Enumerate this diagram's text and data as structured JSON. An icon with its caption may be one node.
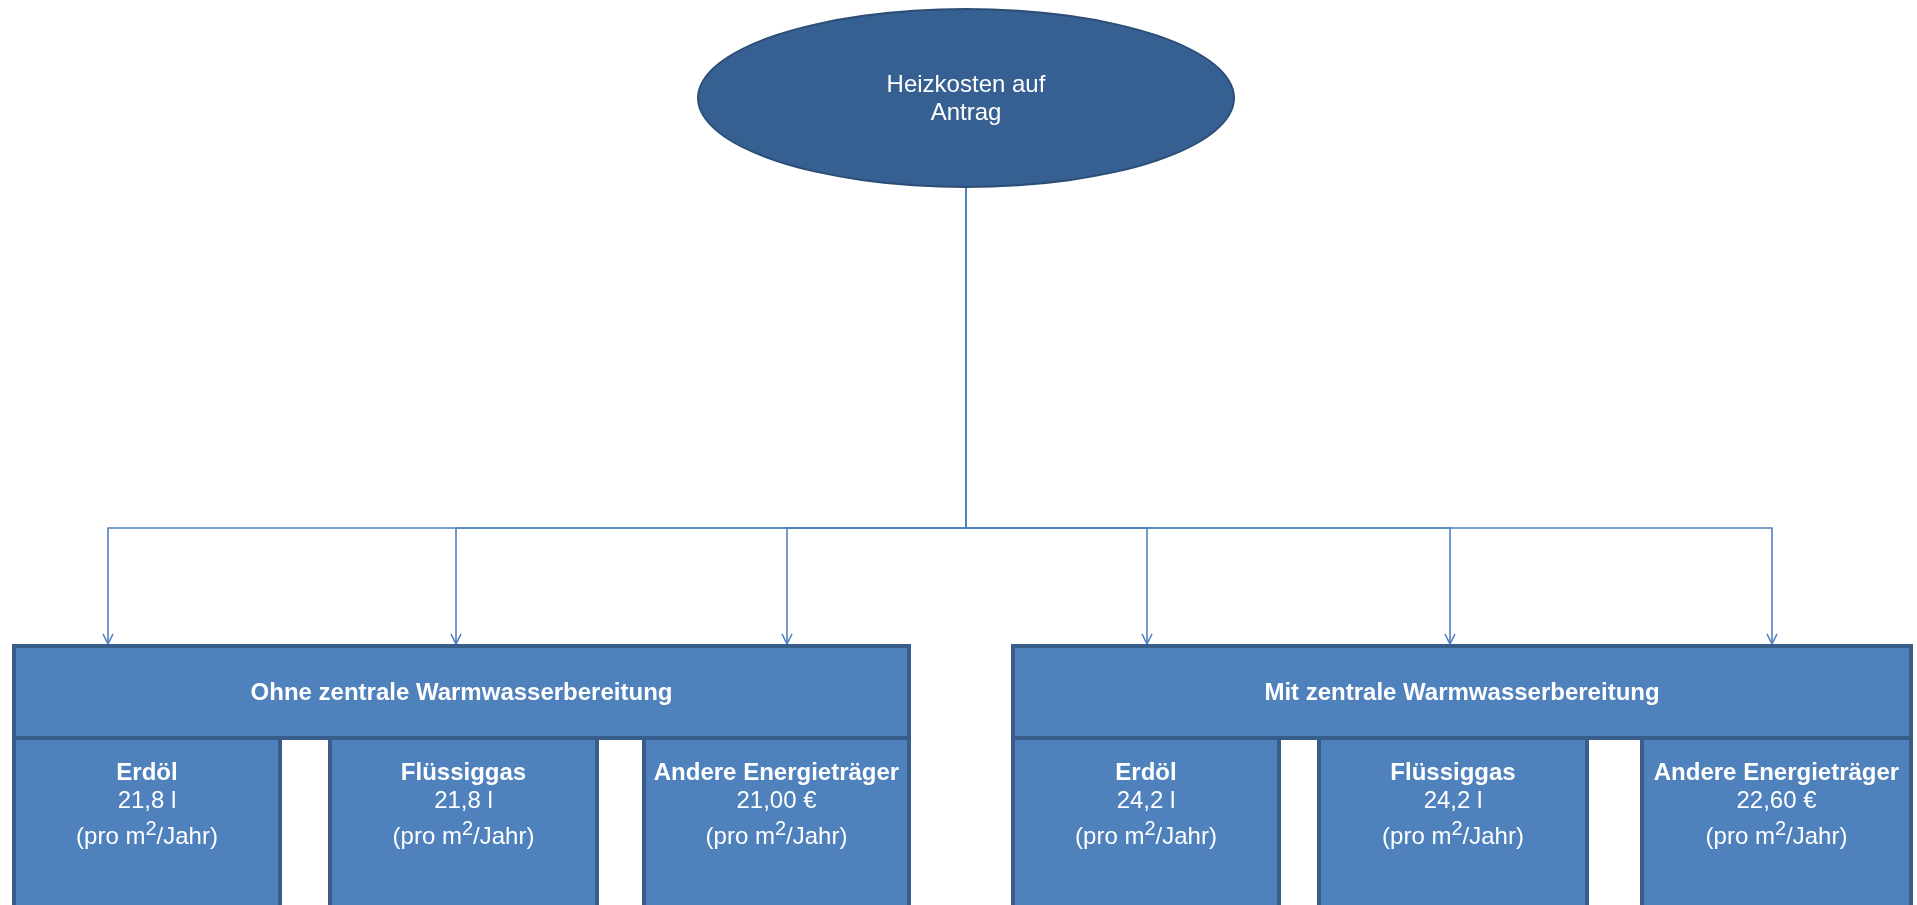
{
  "diagram": {
    "nodes": [
      {
        "text": [
          "Heizkosten auf Antrag"
        ]
      },
      {
        "text": [
          "Ohne zentrale Warmwasserbereitung"
        ]
      },
      {
        "text": [
          "Erdöl",
          "21,8 l",
          "(pro m$^{2}$/Jahr)"
        ]
      },
      {
        "text": [
          "Flüssiggas",
          "21,8 l",
          "(pro m$^{2}$/Jahr)"
        ]
      },
      {
        "text": [
          "Andere Energieträger",
          "21,00 €",
          "(pro m$^{2}$/Jahr)"
        ]
      },
      {
        "text": [
          "Mit zentrale Warmwasserbereitung"
        ]
      },
      {
        "text": [
          "Erdöl",
          "24,2 l",
          "(pro m$^{2}$/Jahr)"
        ]
      },
      {
        "text": [
          "Flüssiggas",
          "24,2 l",
          "(pro m$^{2}$/Jahr)"
        ]
      },
      {
        "text": [
          "Andere Energieträger",
          "22,60 €",
          "(pro m$^{2}$/Jahr)"
        ]
      }
    ],
    "edges": [
      {
        "from": 0,
        "to": 1,
        "arrow": "to"
      },
      {
        "from": 0,
        "to": 1,
        "arrow": "to"
      },
      {
        "from": 0,
        "to": 1,
        "arrow": "to"
      },
      {
        "from": 0,
        "to": 5,
        "arrow": "to"
      },
      {
        "from": 0,
        "to": 5,
        "arrow": "to"
      },
      {
        "from": 0,
        "to": 5,
        "arrow": "to"
      }
    ]
  }
}
